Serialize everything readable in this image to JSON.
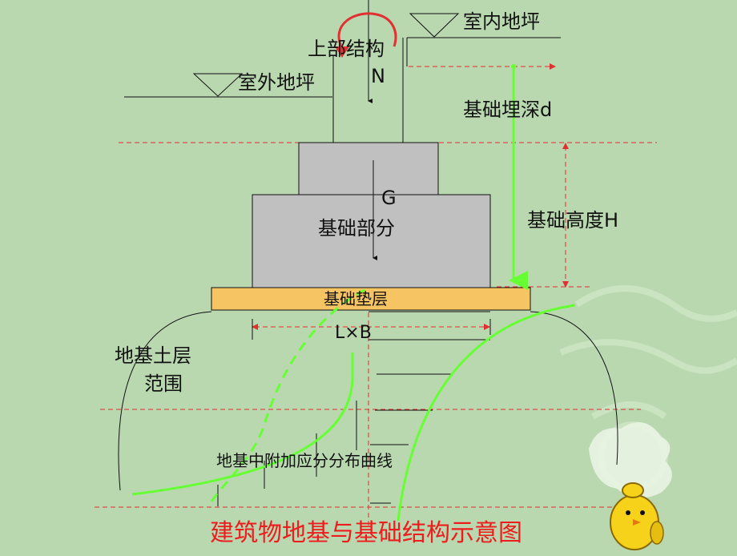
{
  "labels": {
    "superstructure": "上部结构",
    "load_n": "N",
    "indoor_floor": "室内地坪",
    "outdoor_ground": "室外地坪",
    "embed_depth": "基础埋深d",
    "load_g": "G",
    "foundation_part": "基础部分",
    "foundation_height": "基础高度H",
    "cushion": "基础垫层",
    "size": "L×B",
    "soil_range_line1": "地基土层",
    "soil_range_line2": "范围",
    "stress_curve": "地基中附加应分分布曲线",
    "caption": "建筑物地基与基础结构示意图"
  },
  "colors": {
    "background": "#b9d8b0",
    "background_pattern": "#cfe6c6",
    "footing": "#c0c0c0",
    "cushion": "#f7c463",
    "dashed_red": "#e03030",
    "green": "#66ff33",
    "caption": "#ee1c1c",
    "ink": "#111111"
  },
  "icons": [
    "curved-arrow-icon",
    "chick-icon",
    "dragon-pattern-icon"
  ]
}
